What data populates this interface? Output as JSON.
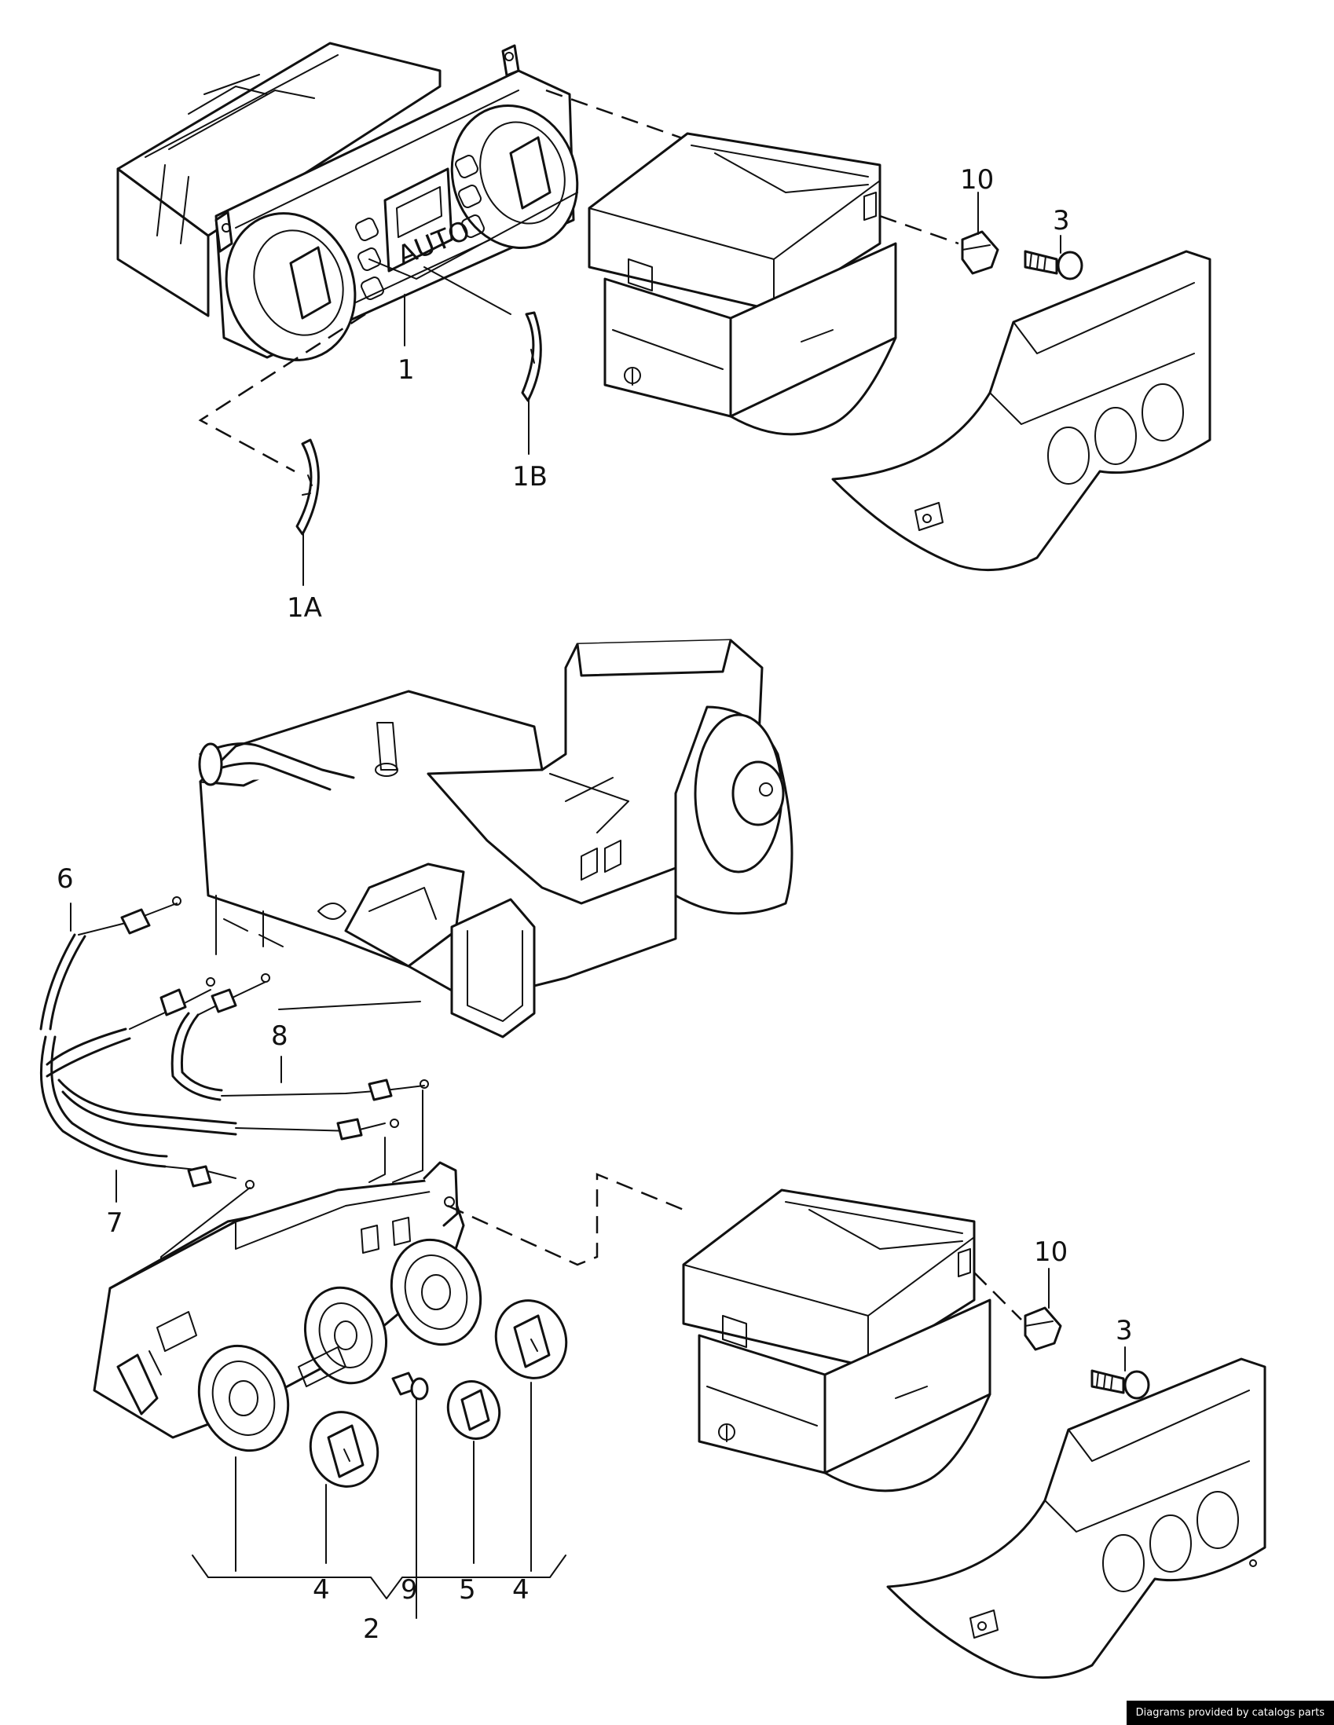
{
  "labels": {
    "p1": "1",
    "p1a": "1A",
    "p1b": "1B",
    "p2": "2",
    "p3_top": "3",
    "p3_bottom": "3",
    "p4_left": "4",
    "p4_right": "4",
    "p5": "5",
    "p6": "6",
    "p7": "7",
    "p8": "8",
    "p9": "9",
    "p10_top": "10",
    "p10_bottom": "10"
  },
  "panel_text": "AUTO",
  "credit": "Diagrams provided by catalogs parts"
}
